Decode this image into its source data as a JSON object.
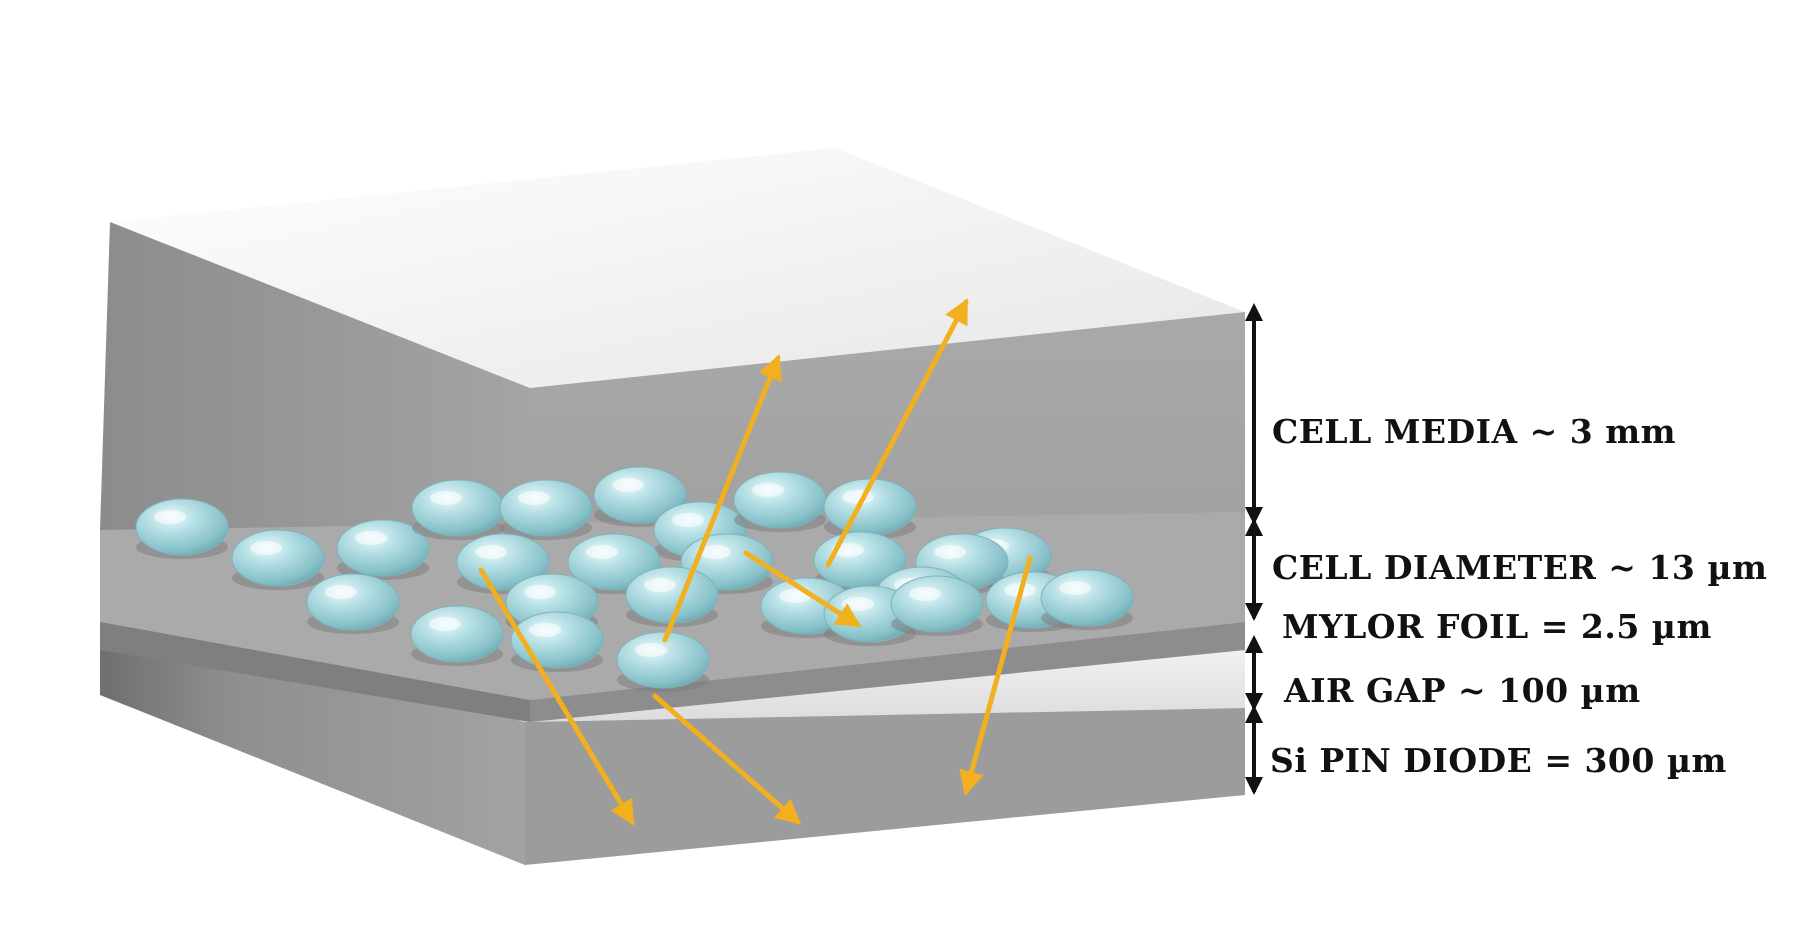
{
  "labels": {
    "cell_media": "CELL MEDIA ~ 3 mm",
    "cell_diameter": "CELL DIAMETER ~ 13 µm",
    "mylor_foil": "MYLOR FOIL = 2.5 µm",
    "air_gap": "AIR GAP ~ 100 µm",
    "si_pin_diode": "Si PIN DIODE = 300 µm"
  },
  "colors": {
    "background": "#ffffff",
    "slab_front": "#9a9a9a",
    "slab_side": "#8a8a8a",
    "top_surface": "#f4f4f4",
    "cell": "#a8d6dc",
    "arrow_emission": "#f2b01e",
    "dimension_arrow": "#111111"
  }
}
